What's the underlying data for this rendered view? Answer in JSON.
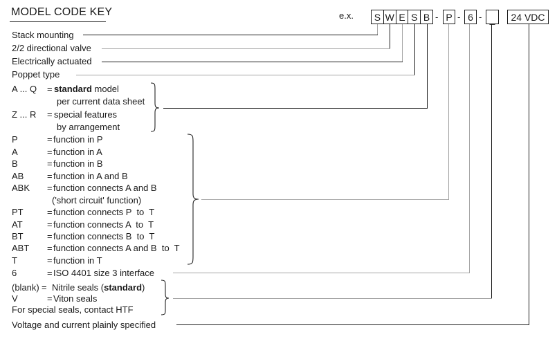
{
  "title": "MODEL CODE KEY",
  "example_label": "e.x.",
  "eq": "=",
  "code": {
    "letters": [
      "S",
      "W",
      "E",
      "S",
      "B"
    ],
    "dash": "-",
    "p": "P",
    "six": "6",
    "blank_char": "_",
    "voltage": "24 VDC"
  },
  "labels": {
    "stack_mounting": "Stack mounting",
    "directional_valve": "2/2 directional valve",
    "electrically_actuated": "Electrically actuated",
    "poppet_type": "Poppet type",
    "iso_code": "6",
    "iso_desc": "ISO 4401 size 3 interface",
    "voltage_note": "Voltage and current plainly specified"
  },
  "model_type": {
    "row1_code": "A ... Q",
    "row1_bold": "standard",
    "row1_rest": " model",
    "row1_cont": "per current data sheet",
    "row2_code": "Z ... R",
    "row2_desc": "special features",
    "row2_cont": "by arrangement"
  },
  "functions": [
    {
      "code": "P",
      "desc": "function in P"
    },
    {
      "code": "A",
      "desc": "function in A"
    },
    {
      "code": "B",
      "desc": "function in B"
    },
    {
      "code": "AB",
      "desc": "function in A and B"
    },
    {
      "code": "ABK",
      "desc": "function connects A and B"
    },
    {
      "code": "",
      "desc": "('short circuit' function)"
    },
    {
      "code": "PT",
      "desc": "function connects P  to  T"
    },
    {
      "code": "AT",
      "desc": "function connects A  to  T"
    },
    {
      "code": "BT",
      "desc": "function connects B  to  T"
    },
    {
      "code": "ABT",
      "desc": "function connects A and B  to  T"
    },
    {
      "code": "T",
      "desc": "function in T"
    }
  ],
  "seals": {
    "row1_code": "(blank)",
    "row1_pre": "Nitrile seals (",
    "row1_bold": "standard",
    "row1_post": ")",
    "row2_code": "V",
    "row2_desc": "Viton seals",
    "note": "For special seals, contact HTF"
  },
  "colors": {
    "line_black": "#1a1a1a",
    "line_gray": "#a3a3a3"
  }
}
